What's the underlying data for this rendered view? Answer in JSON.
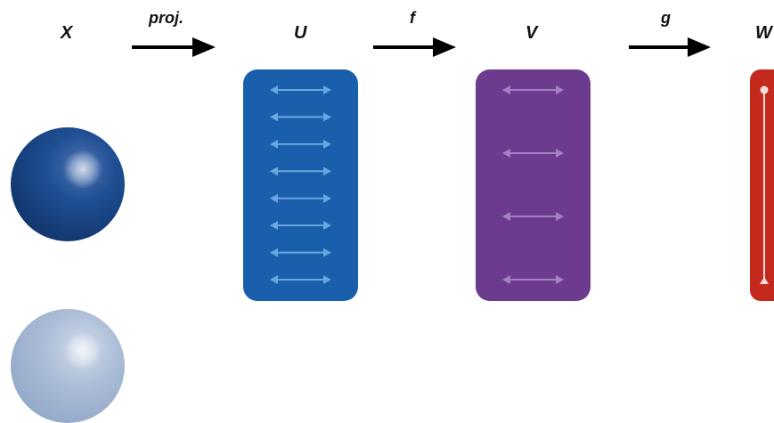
{
  "labels": {
    "X": "X",
    "U": "U",
    "V": "V",
    "W": "W"
  },
  "arrows": {
    "projection_label": "proj.",
    "f_label": "f",
    "g_label": "g"
  },
  "colors": {
    "U_block": "#1a5fac",
    "V_block": "#6c3b8e",
    "W_block": "#c4291d",
    "U_arrows": "#68a6e0",
    "V_arrows": "#a57fc4",
    "W_line": "#f1dcda",
    "sphere_dark": "#133e7c",
    "sphere_light": "#a6b8d4",
    "text": "#111111"
  },
  "blocks": {
    "U": {
      "shape": "rounded-rectangle",
      "arrow_count": 8,
      "arrow_icon": "double-headed-arrow-icon"
    },
    "V": {
      "shape": "rounded-rectangle",
      "arrow_count": 4,
      "arrow_icon": "double-headed-arrow-icon"
    },
    "W": {
      "shape": "rounded-rectangle",
      "segment_icon": "vertical-segment-icon"
    }
  },
  "spheres": [
    {
      "name": "dark",
      "icon": "sphere-icon"
    },
    {
      "name": "light",
      "icon": "sphere-icon"
    }
  ]
}
